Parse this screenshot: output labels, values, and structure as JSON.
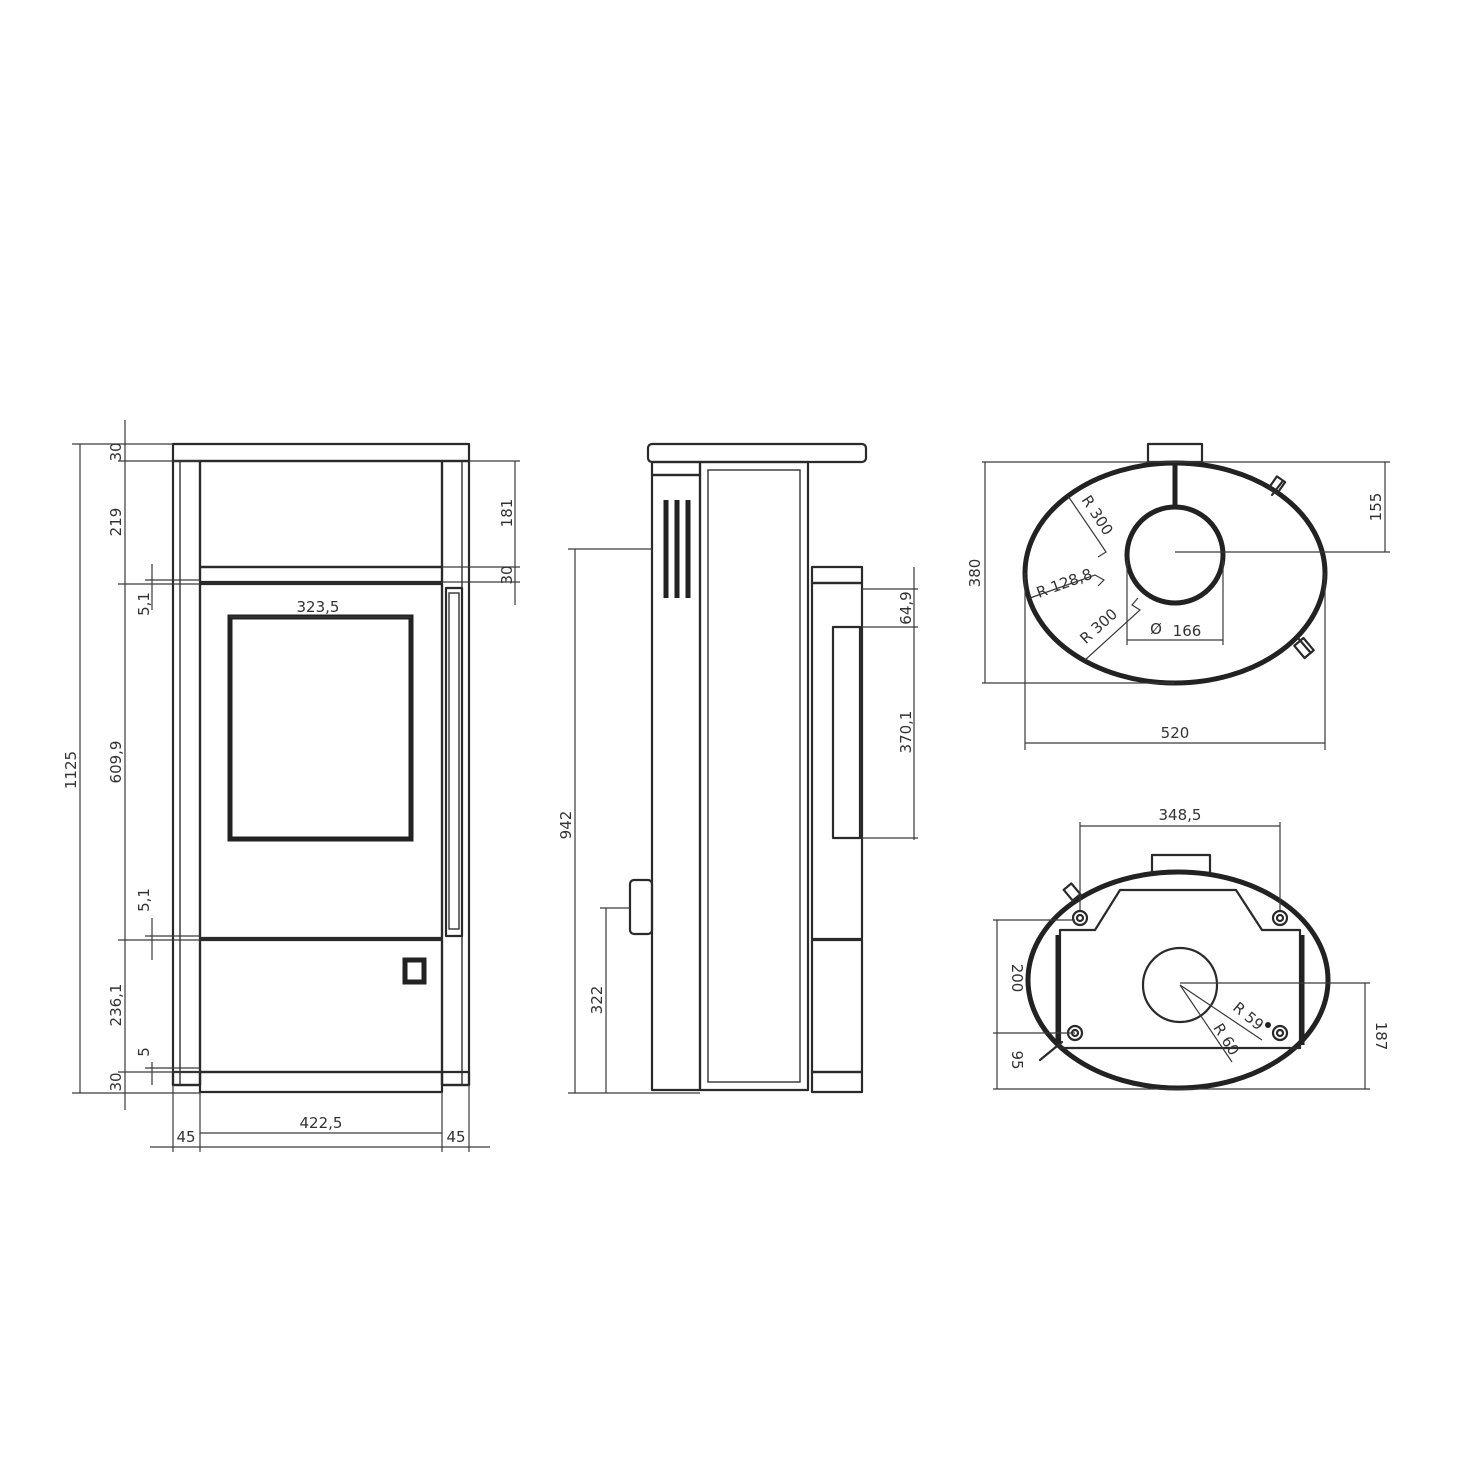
{
  "front_view": {
    "dims": {
      "total_height": "1125",
      "top_plate": "30",
      "upper_panel": "219",
      "upper_panel_inner": "181",
      "upper_gap": "30",
      "gap_upper": "5,1",
      "door_height": "609,9",
      "gap_lower": "5,1",
      "lower_panel": "236,1",
      "base_gap": "5",
      "base_plate": "30",
      "glass_width": "323,5",
      "inner_width": "422,5",
      "side_left": "45",
      "side_right": "45"
    }
  },
  "side_view": {
    "dims": {
      "flue_height": "942",
      "air_inlet_height": "322",
      "handle_offset": "64,9",
      "handle_length": "370,1"
    }
  },
  "top_view": {
    "dims": {
      "depth": "380",
      "flue_offset": "155",
      "width": "520",
      "radius_top": "R 300",
      "radius_side": "R 128,8",
      "radius_bottom": "R 300",
      "flue_diameter": "166",
      "diameter_symbol": "Ø"
    }
  },
  "bottom_view": {
    "dims": {
      "hole_spacing": "348,5",
      "depth_front": "200",
      "depth_rear": "95",
      "center_offset": "187",
      "radius_inner": "R 59",
      "radius_outer": "R 60"
    }
  }
}
